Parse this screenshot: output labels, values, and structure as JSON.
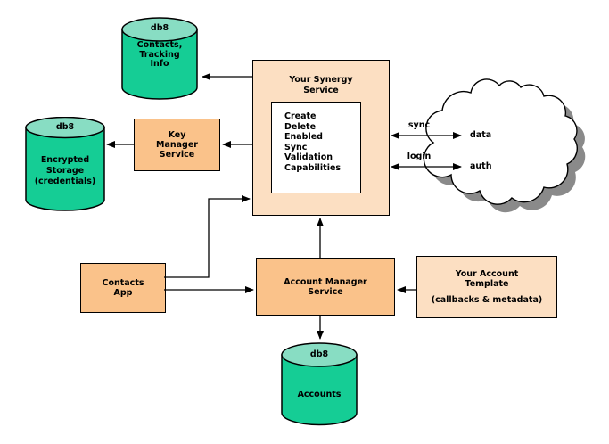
{
  "diagram": {
    "nodes": {
      "contacts_db": {
        "db_label": "db8",
        "line1": "Contacts,",
        "line2": "Tracking",
        "line3": "Info"
      },
      "encrypted_db": {
        "db_label": "db8",
        "line1": "Encrypted",
        "line2": "Storage",
        "line3": "(credentials)"
      },
      "key_manager": {
        "line1": "Key",
        "line2": "Manager",
        "line3": "Service"
      },
      "synergy_service": {
        "title_line1": "Your Synergy",
        "title_line2": "Service",
        "operations": [
          "Create",
          "Delete",
          "Enabled",
          "Sync",
          "Validation",
          "Capabilities"
        ]
      },
      "cloud": {
        "data_label": "data",
        "auth_label": "auth"
      },
      "contacts_app": {
        "line1": "Contacts",
        "line2": "App"
      },
      "account_manager": {
        "line1": "Account Manager",
        "line2": "Service"
      },
      "account_template": {
        "line1": "Your Account",
        "line2": "Template",
        "line3": "(callbacks & metadata)"
      },
      "accounts_db": {
        "db_label": "db8",
        "line1": "Accounts"
      }
    },
    "edge_labels": {
      "sync": "sync",
      "login": "login"
    },
    "colors": {
      "box_light": "#fcdfc2",
      "box_dark": "#fac28a",
      "db_body": "#15cd95",
      "db_top": "#88ddc3",
      "cloud_fill": "#ffffff",
      "cloud_shadow": "#8a8a8a",
      "line": "#000000"
    }
  }
}
